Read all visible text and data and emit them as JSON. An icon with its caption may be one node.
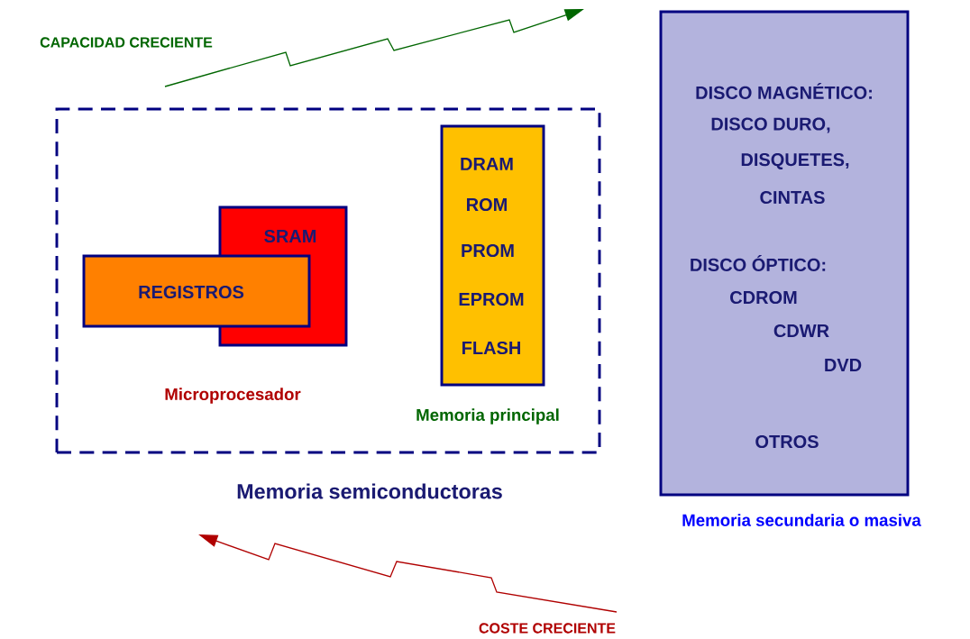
{
  "diagram": {
    "nodes": [
      {
        "text": [
          "Memoria semiconductoras"
        ]
      },
      {
        "text": [
          "SRAM"
        ],
        "in": 0
      },
      {
        "text": [
          "REGISTROS"
        ],
        "in": 0
      },
      {
        "text": [
          "DRAM",
          "ROM",
          "PROM",
          "EPROM",
          "FLASH"
        ],
        "beside": [
          "Memoria principal"
        ],
        "in": 0
      },
      {
        "text": [
          "DISCO MAGNÉTICO:",
          "DISCO DURO,",
          "DISQUETES,",
          "CINTAS",
          "DISCO ÓPTICO:",
          "CDROM",
          "CDWR",
          "DVD",
          "OTROS"
        ],
        "beside": [
          "Memoria secundaria o masiva"
        ]
      }
    ],
    "labels": [
      "CAPACIDAD CRECIENTE",
      "Microprocesador",
      "COSTE CRECIENTE"
    ]
  }
}
